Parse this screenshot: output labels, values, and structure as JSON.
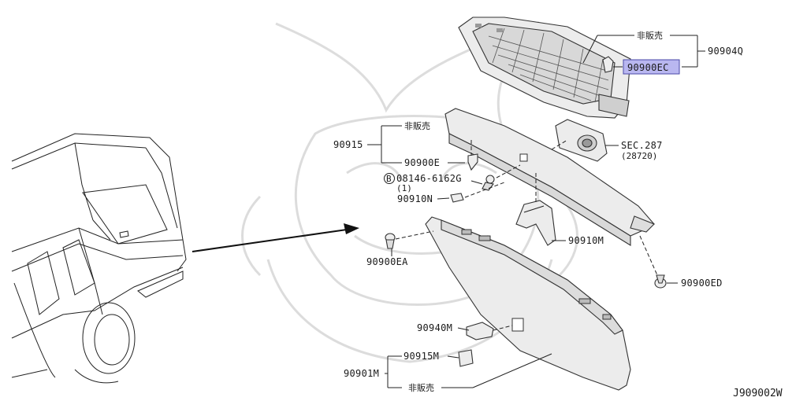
{
  "colors": {
    "highlight": "#b9b7f0",
    "highlight_border": "#4a4aa8",
    "line": "#222222",
    "part_fill": "#ececec",
    "grid_fill": "#d8d8d8"
  },
  "labels": {
    "not_for_sale_top": "非販売",
    "kit_90904q": "90904Q",
    "part_90900ec": "90900EC",
    "sec_287": "SEC.287",
    "sec_28720": "(28720)",
    "not_for_sale_mid": "非販売",
    "kit_90915": "90915",
    "part_90900e": "90900E",
    "bolt_circle": "B",
    "bolt_08146": "08146-6162G",
    "bolt_qty": "(1)",
    "part_90910n": "90910N",
    "part_90910m": "90910M",
    "part_90900ea": "90900EA",
    "part_90900ed": "90900ED",
    "part_90940m": "90940M",
    "part_90915m": "90915M",
    "kit_90901m": "90901M",
    "not_for_sale_bottom": "非販売",
    "drawing_id": "J909002W"
  },
  "watermark_icon": "samurai-helmet-watermark-icon"
}
